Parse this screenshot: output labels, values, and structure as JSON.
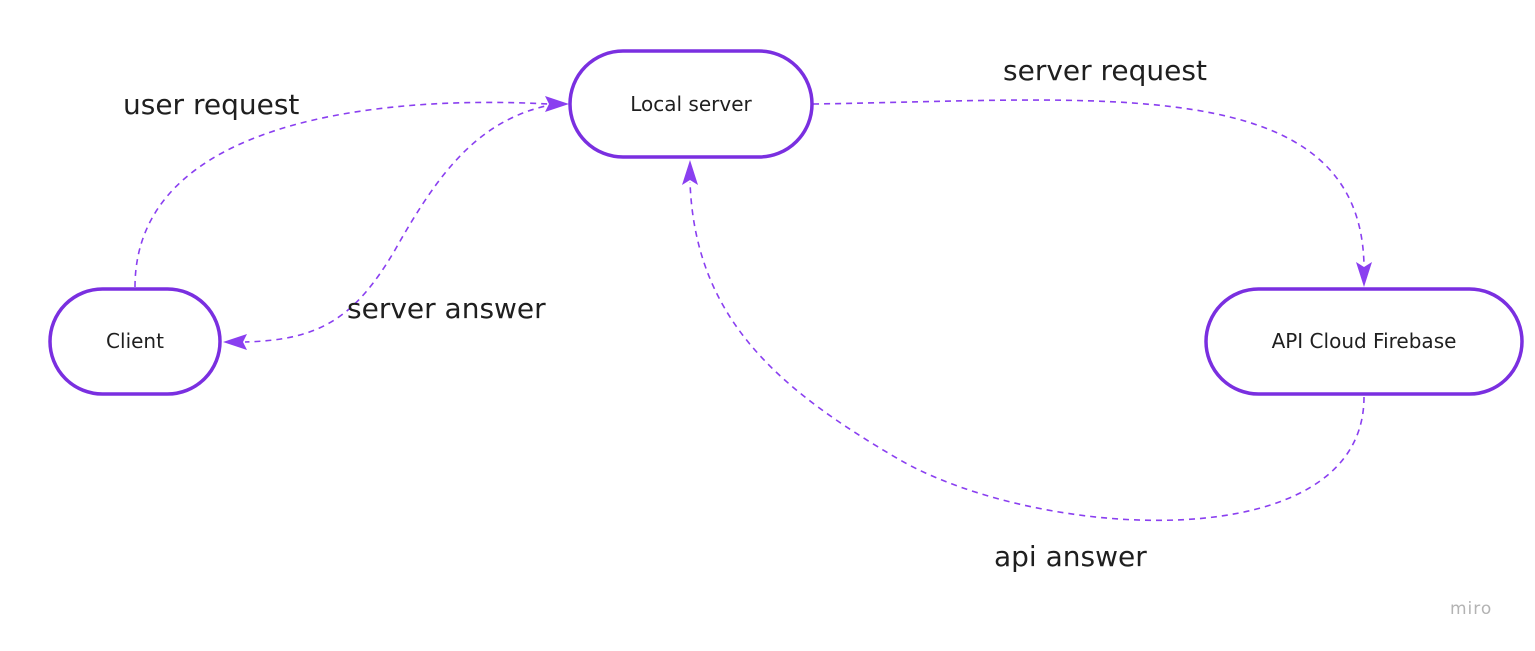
{
  "nodes": {
    "local_server": "Local server",
    "client": "Client",
    "api_cloud": "API Cloud Firebase"
  },
  "edges": {
    "user_request": "user request",
    "server_answer": "server answer",
    "server_request": "server request",
    "api_answer": "api answer"
  },
  "watermark": "miro",
  "colors": {
    "accent": "#7a2fe0",
    "edge": "#8a3ff0",
    "text": "#1f1f1f",
    "watermark": "#b3b3b3"
  }
}
